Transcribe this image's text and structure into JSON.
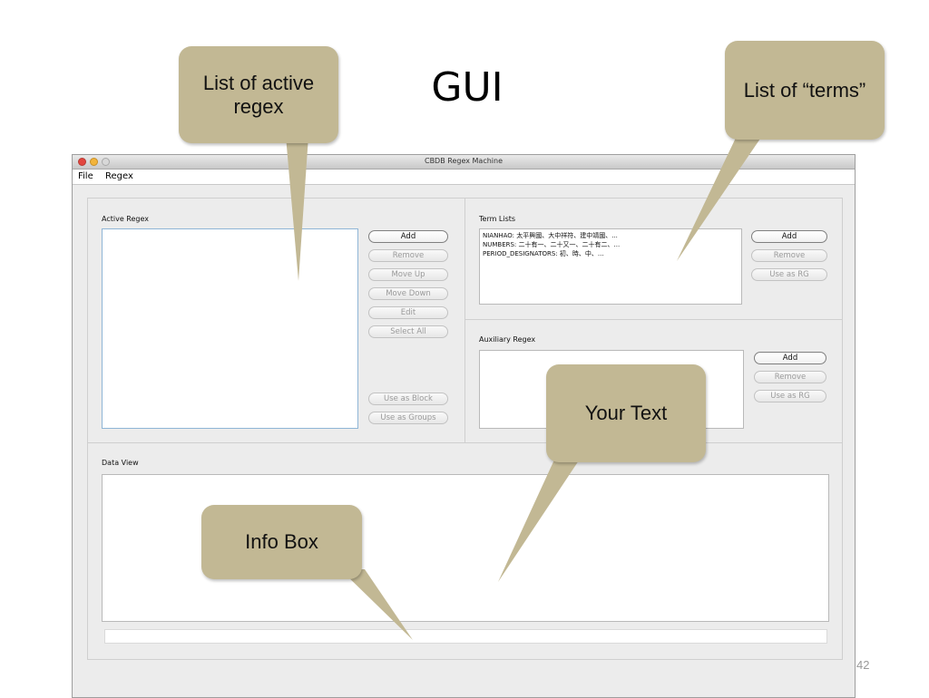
{
  "slide": {
    "title": "GUI",
    "page_number": "42"
  },
  "window": {
    "title": "CBDB Regex Machine",
    "menu": [
      "File",
      "Regex"
    ]
  },
  "active_regex": {
    "label": "Active Regex",
    "buttons": {
      "add": "Add",
      "remove": "Remove",
      "move_up": "Move Up",
      "move_down": "Move Down",
      "edit": "Edit",
      "select_all": "Select All",
      "use_as_block": "Use as Block",
      "use_as_groups": "Use as Groups"
    }
  },
  "term_lists": {
    "label": "Term Lists",
    "items": [
      "NIANHAO: 太平興國、大中祥符、建中靖國、...",
      "NUMBERS: 二十有一、二十又一、二十有二、...",
      "PERIOD_DESIGNATORS: 初、時、中、..."
    ],
    "buttons": {
      "add": "Add",
      "remove": "Remove",
      "use_as_rg": "Use as RG"
    }
  },
  "auxiliary_regex": {
    "label": "Auxiliary Regex",
    "buttons": {
      "add": "Add",
      "remove": "Remove",
      "use_as_rg": "Use as RG"
    }
  },
  "data_view": {
    "label": "Data View"
  },
  "callouts": {
    "active_regex": "List of active regex",
    "terms": "List of “terms”",
    "your_text": "Your Text",
    "info_box": "Info Box"
  },
  "colors": {
    "callout_fill": "#c2b894",
    "window_bg": "#ececec",
    "list_focus_border": "#8fb5d6"
  }
}
